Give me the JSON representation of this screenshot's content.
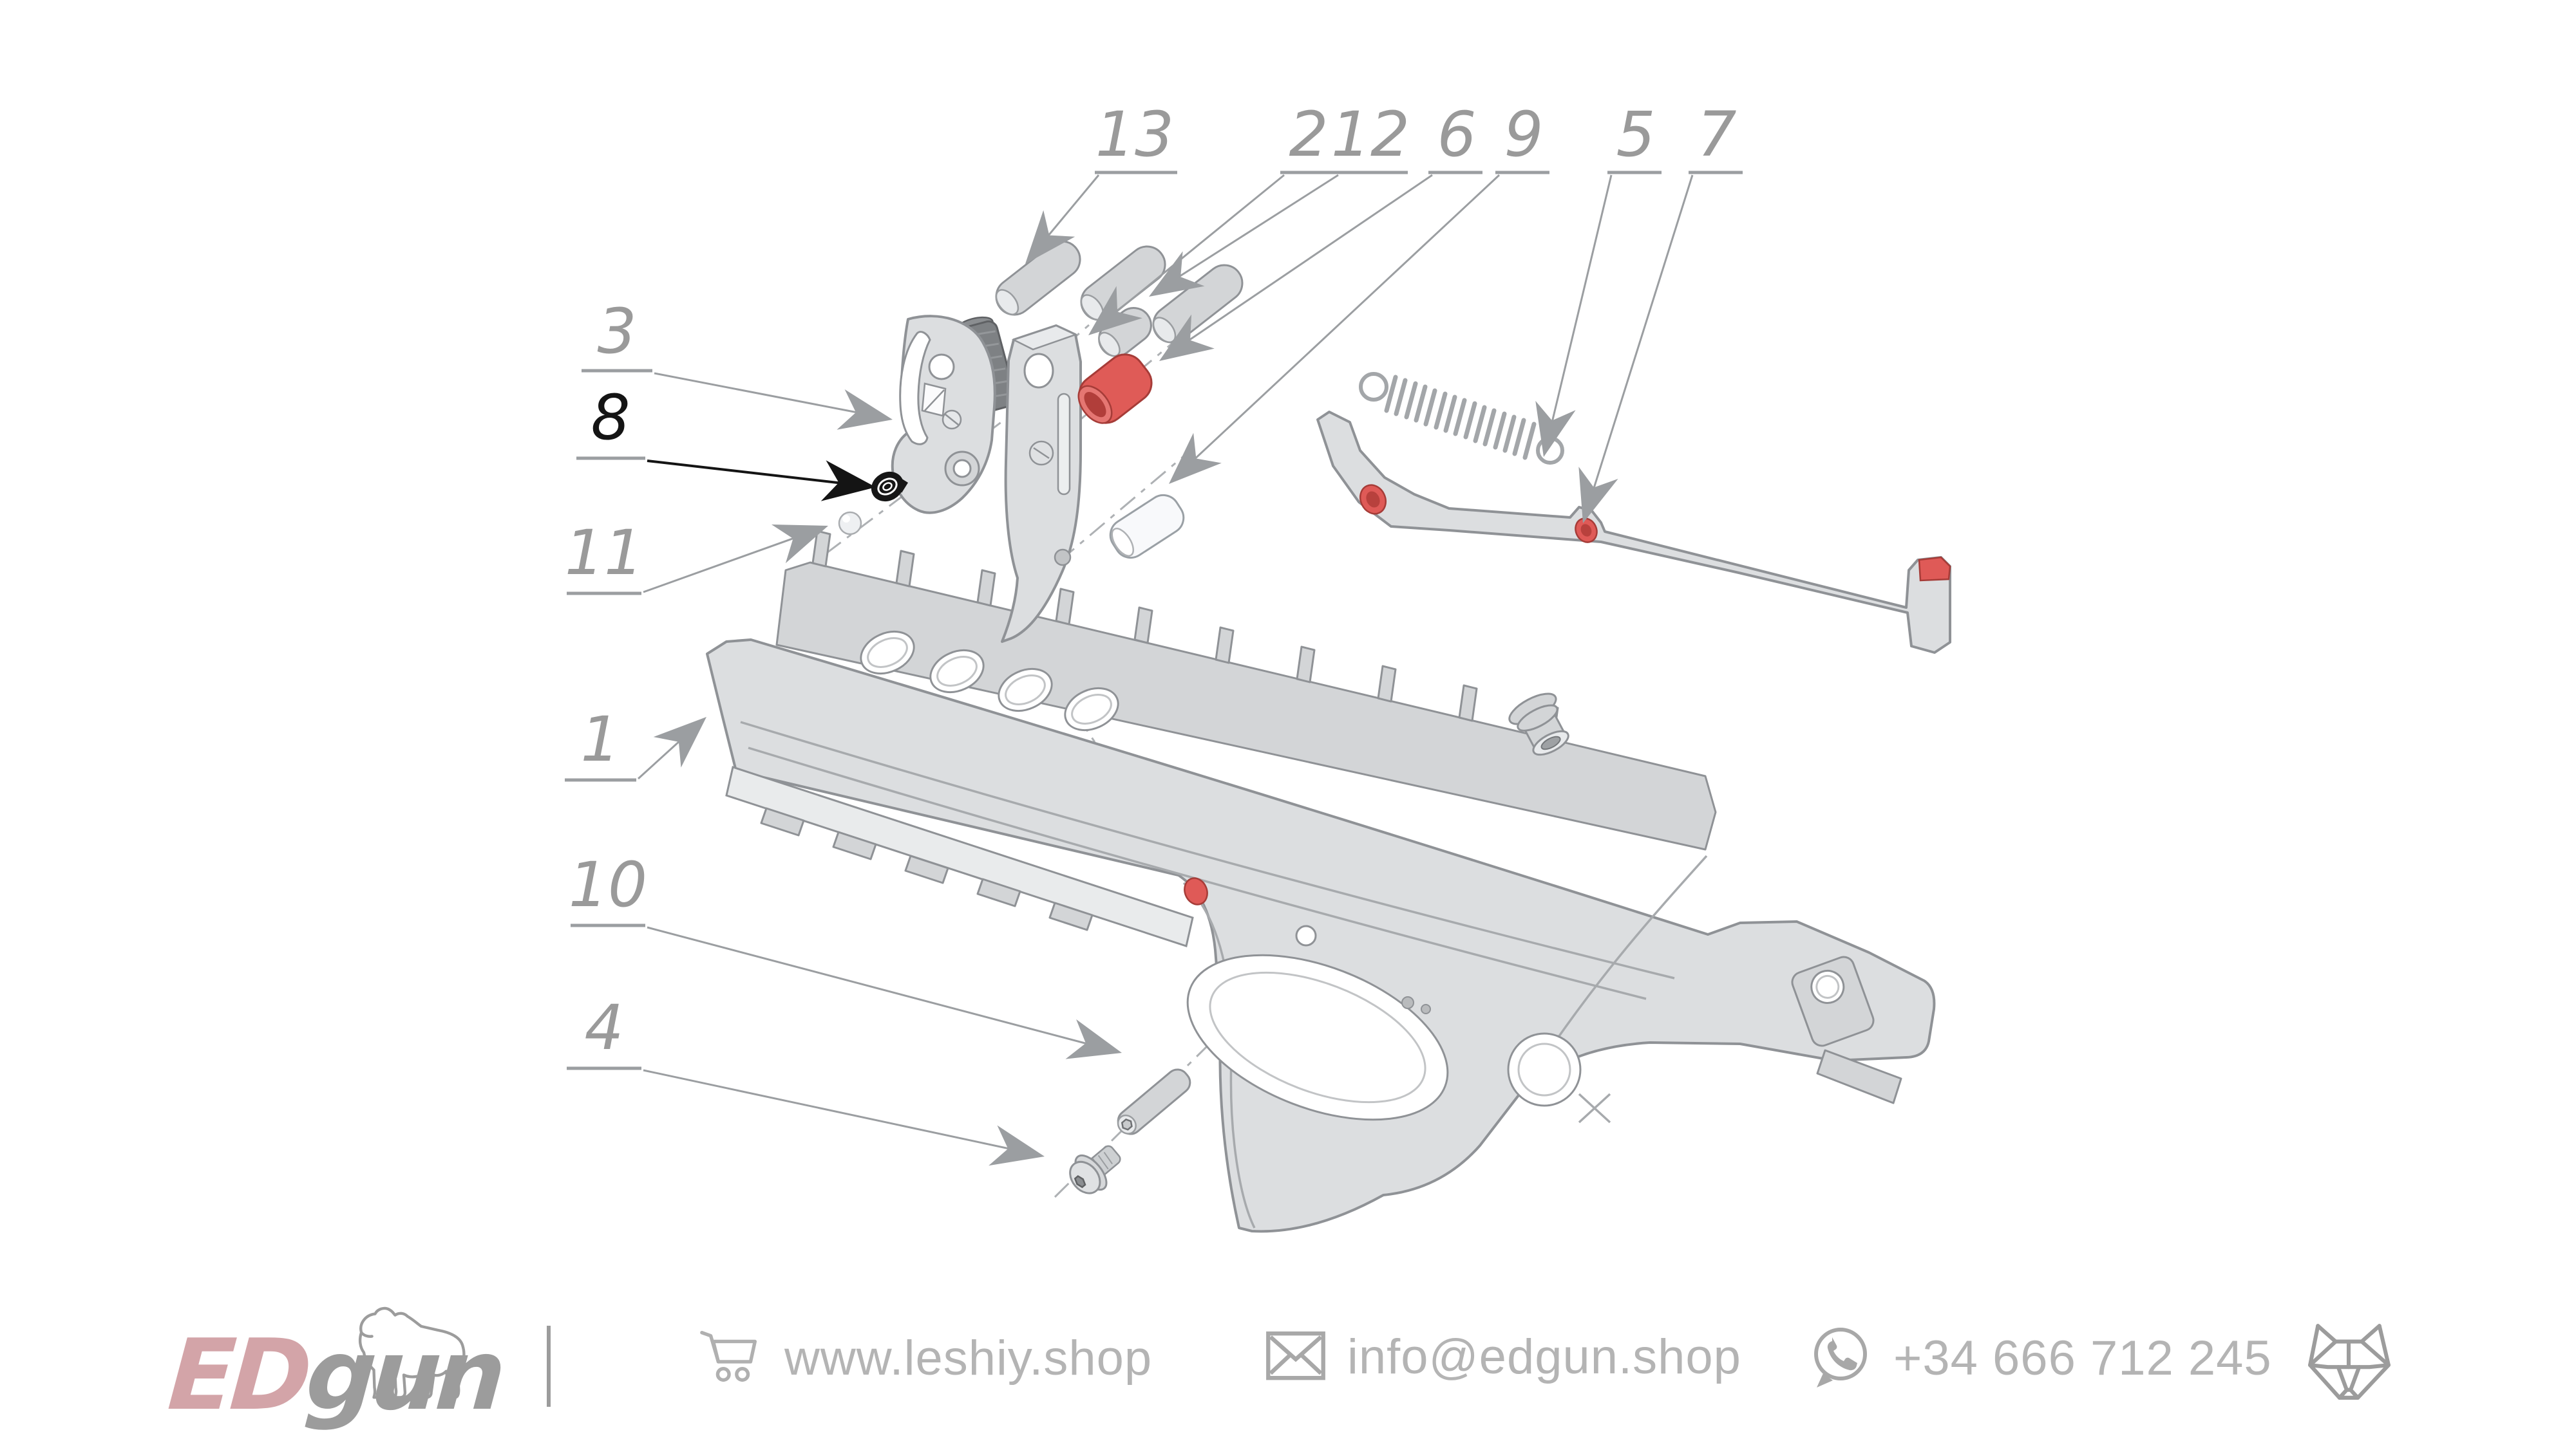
{
  "diagram": {
    "callouts": {
      "n1": {
        "label": "1"
      },
      "n2": {
        "label": "2"
      },
      "n3": {
        "label": "3"
      },
      "n4": {
        "label": "4"
      },
      "n5": {
        "label": "5"
      },
      "n6": {
        "label": "6"
      },
      "n7": {
        "label": "7"
      },
      "n8": {
        "label": "8"
      },
      "n9": {
        "label": "9"
      },
      "n10": {
        "label": "10"
      },
      "n11": {
        "label": "11"
      },
      "n12": {
        "label": "12"
      },
      "n13": {
        "label": "13"
      }
    },
    "colors": {
      "callout_gray": "#9a9a9a",
      "callout_emphasis_black": "#141414",
      "part_fill": "#dcdee0",
      "part_stroke": "#8f9296",
      "accent_red": "#df5a57",
      "dark_knurl": "#7e8184"
    }
  },
  "footer": {
    "brand": {
      "primary": "ED",
      "secondary": "gun",
      "primary_color": "#d3a4a8",
      "secondary_color": "#9c9c9c",
      "dog_icon": "dog-outline-icon"
    },
    "contacts": {
      "website": {
        "icon": "cart-icon",
        "text": "www.leshiy.shop"
      },
      "email": {
        "icon": "envelope-icon",
        "text": "info@edgun.shop"
      },
      "phone": {
        "icon": "phone-icon",
        "text": "+34 666 712 245"
      }
    },
    "fox_icon": "fox-head-icon",
    "text_color": "#b4b4b4"
  }
}
